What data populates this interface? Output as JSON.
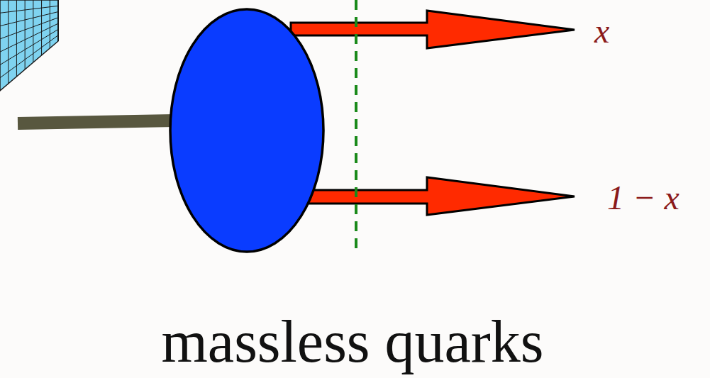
{
  "diagram": {
    "caption": "massless quarks",
    "labels": [
      "x",
      "1 − x"
    ]
  }
}
